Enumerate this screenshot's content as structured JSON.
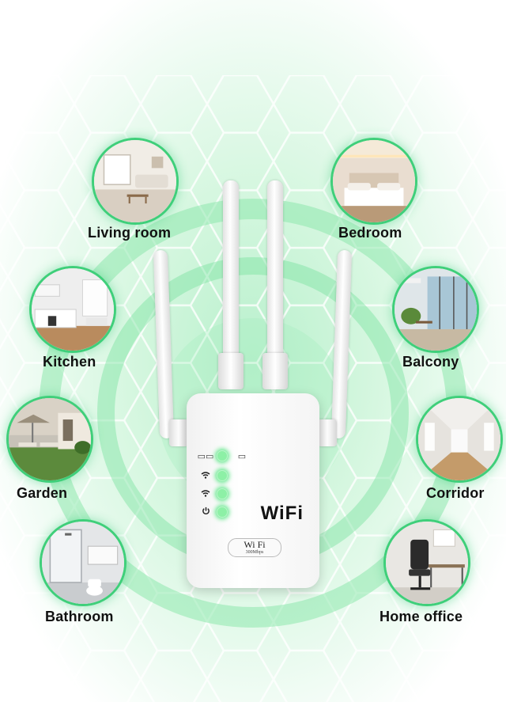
{
  "rooms": {
    "living_room": "Living room",
    "bedroom": "Bedroom",
    "kitchen": "Kitchen",
    "balcony": "Balcony",
    "garden": "Garden",
    "corridor": "Corridor",
    "bathroom": "Bathroom",
    "home_office": "Home office"
  },
  "device": {
    "brand": "WiFi",
    "badge_top": "Wi Fi",
    "badge_speed": "300Mbps",
    "indicators": [
      "network-icon",
      "wifi-signal-icon",
      "wifi-icon",
      "power-icon"
    ]
  },
  "colors": {
    "glow": "#3fcf7a",
    "led": "#8df0a6"
  }
}
